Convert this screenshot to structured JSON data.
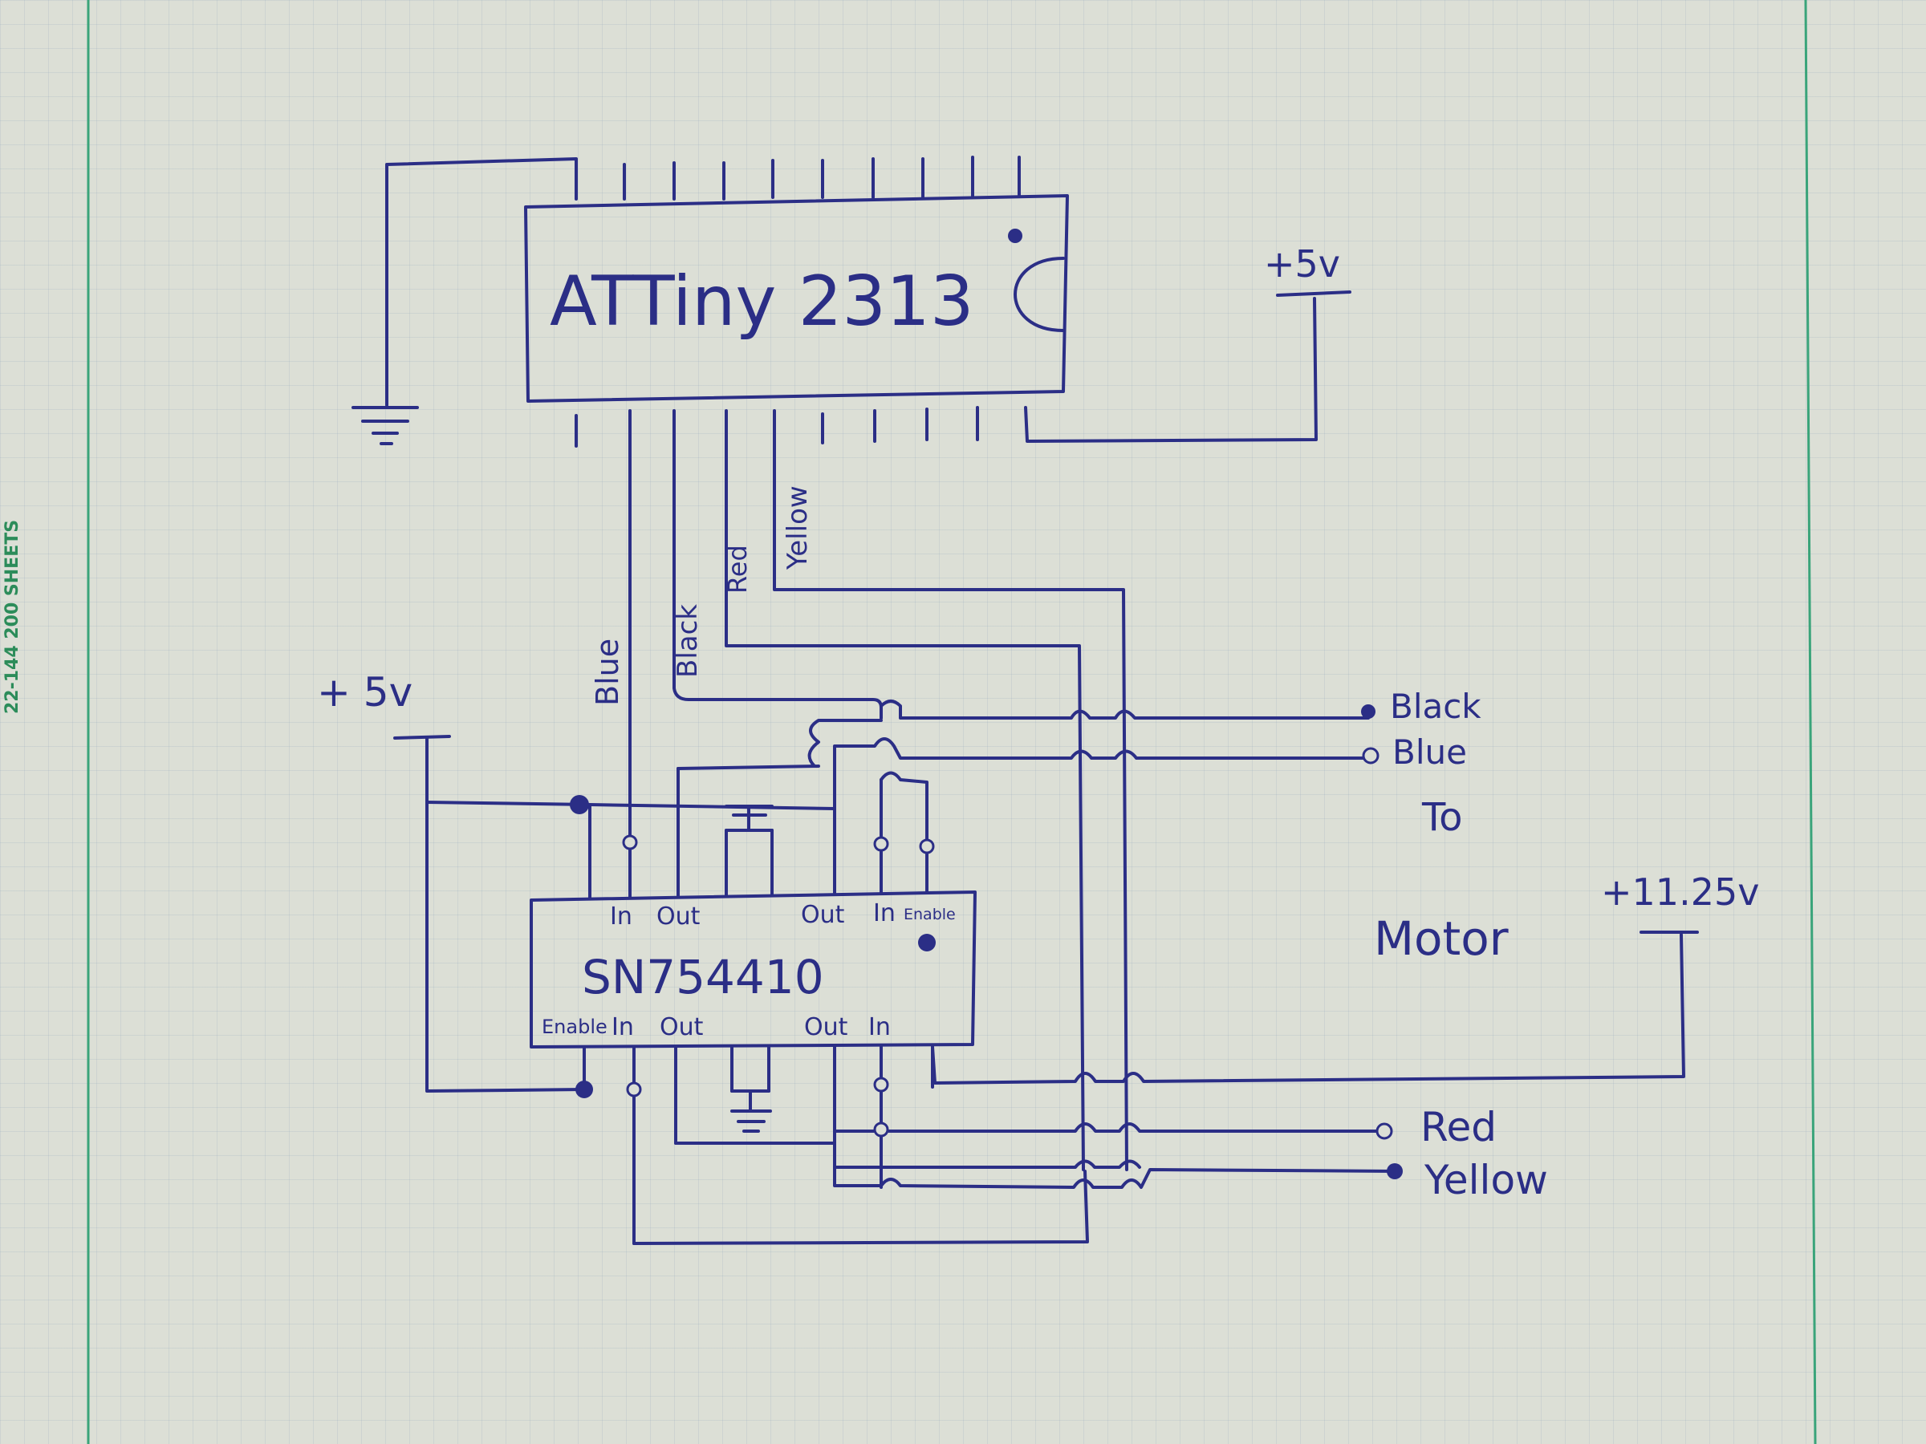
{
  "colors": {
    "ink": "#2b2e86",
    "paper": "#dcdfd6",
    "margin_rule": "#3aa47a",
    "grid": "#96aabe"
  },
  "paper_margin_text": "22-144   200 SHEETS",
  "chips": {
    "attiny": {
      "label": "ATTiny 2313"
    },
    "driver": {
      "label": "SN754410",
      "top_pins": {
        "in_left": "In",
        "out_left": "Out",
        "out_right": "Out",
        "in_right": "In",
        "enable": "Enable"
      },
      "bottom_pins": {
        "enable": "Enable",
        "in_left": "In",
        "out_left": "Out",
        "out_right": "Out",
        "in_right": "In"
      }
    }
  },
  "power": {
    "vcc_top_right": "+5v",
    "vcc_left": "+ 5v",
    "motor_supply": "+11.25v"
  },
  "wire_labels": {
    "blue": "Blue",
    "black": "Black",
    "red": "Red",
    "yellow": "Yellow"
  },
  "motor_terminals": {
    "black": "Black",
    "blue": "Blue",
    "red": "Red",
    "yellow": "Yellow",
    "to": "To",
    "motor": "Motor"
  }
}
